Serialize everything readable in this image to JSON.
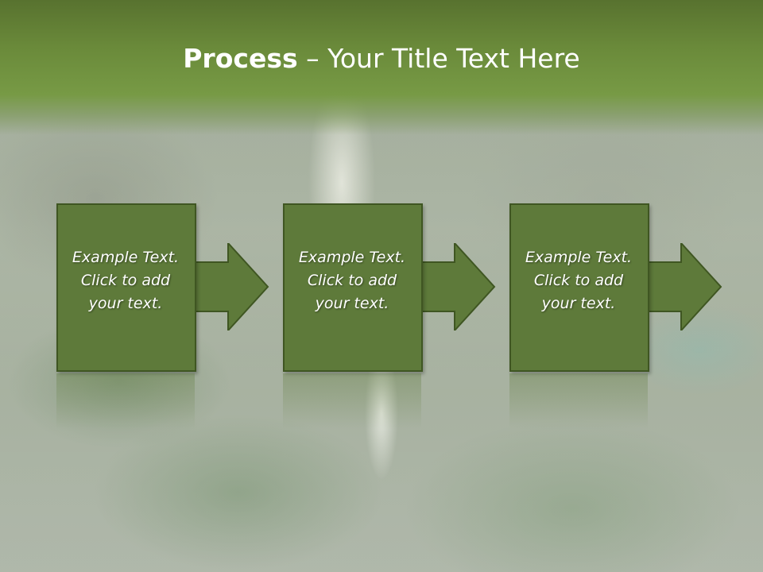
{
  "title": {
    "bold": "Process",
    "rest": " – Your Title Text Here"
  },
  "steps": [
    {
      "line1": "Example Text.",
      "line2": "Click  to add",
      "line3": "your text."
    },
    {
      "line1": "Example Text.",
      "line2": "Click  to add",
      "line3": "your text."
    },
    {
      "line1": "Example Text.",
      "line2": "Click  to add",
      "line3": "your text."
    }
  ],
  "colors": {
    "header": "#6a8a3a",
    "step_fill": "#5e7a3a",
    "step_border": "#3f5622",
    "text": "#ffffff"
  },
  "icons": {
    "step_connector": "right-arrow-icon"
  }
}
